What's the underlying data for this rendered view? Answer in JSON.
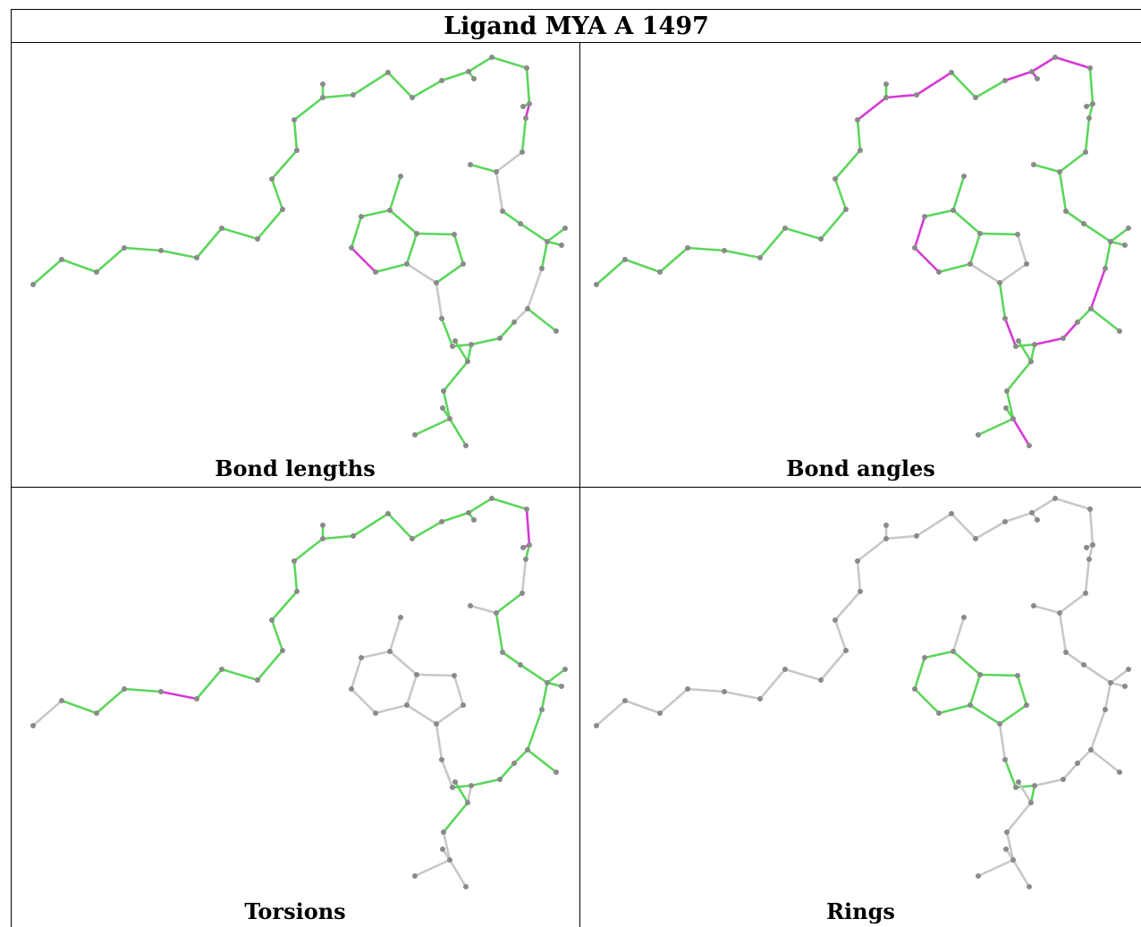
{
  "title": "Ligand MYA A 1497",
  "panels": [
    {
      "caption": "Bond lengths",
      "mode": "lengths"
    },
    {
      "caption": "Bond angles",
      "mode": "angles"
    },
    {
      "caption": "Torsions",
      "mode": "torsions"
    },
    {
      "caption": "Rings",
      "mode": "rings"
    }
  ],
  "colors": {
    "good": "#5cd65c",
    "good_dark": "#3cb43c",
    "outlier": "#d63ad6",
    "neutral": "#c8c8c8",
    "atom": "#8a8a8a"
  }
}
